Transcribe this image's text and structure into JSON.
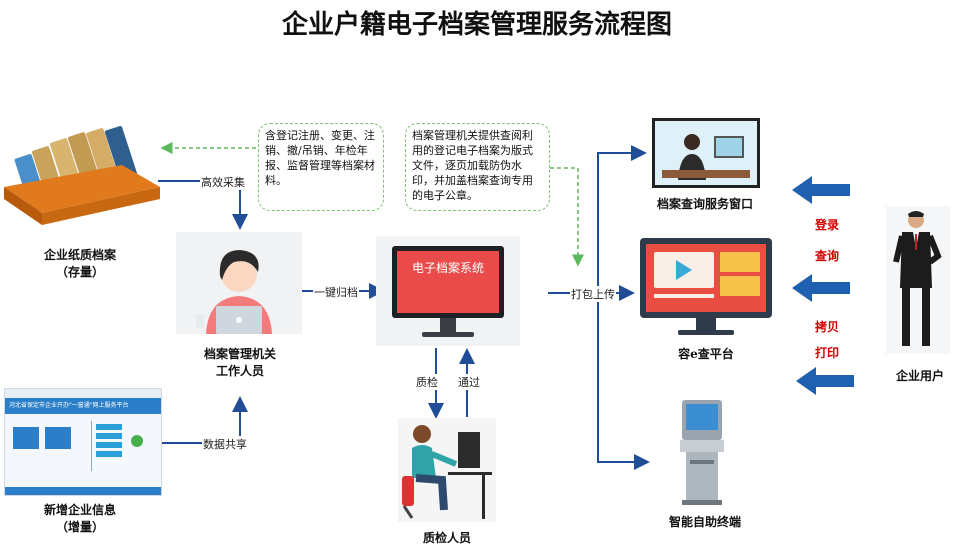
{
  "title": "企业户籍电子档案管理服务流程图",
  "nodes": {
    "paper_archive": {
      "line1": "企业纸质档案",
      "line2": "（存量）"
    },
    "new_info": {
      "line1": "新增企业信息",
      "line2": "（增量）"
    },
    "staff": {
      "line1": "档案管理机关",
      "line2": "工作人员"
    },
    "system": {
      "screen_text": "电子档案系统"
    },
    "qc_person": {
      "label": "质检人员"
    },
    "window": {
      "label": "档案查询服务窗口"
    },
    "platform": {
      "label": "容e查平台"
    },
    "terminal": {
      "label": "智能自助终端"
    },
    "user": {
      "label": "企业用户"
    }
  },
  "edges": {
    "collect": "高效采集",
    "share": "数据共享",
    "archive": "一键归档",
    "qc": "质检",
    "pass": "通过",
    "upload": "打包上传"
  },
  "notes": {
    "materials": "含登记注册、变更、注销、撤/吊销、年检年报、监督管理等档案材料。",
    "service": "档案管理机关提供查阅利用的登记电子档案为版式文件，逐页加载防伪水印，并加盖档案查询专用的电子公章。"
  },
  "actions": {
    "login": "登录",
    "query": "查询",
    "copy": "拷贝",
    "print": "打印"
  },
  "website": {
    "header": "河北省保定市企业开办\"一窗通\"网上服务平台"
  },
  "colors": {
    "arrow_blue": "#1f4e96",
    "dashed_green": "#5cb85c",
    "action_red": "#d00000"
  }
}
